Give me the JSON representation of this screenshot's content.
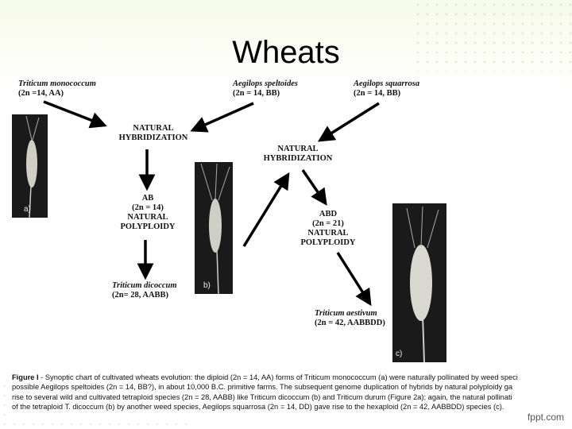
{
  "slide": {
    "title": "Wheats",
    "watermark": "fppt.com"
  },
  "diagram": {
    "t_monococcum": {
      "name": "Triticum monococcum",
      "genome": "(2n =14, AA)"
    },
    "ae_speltoides": {
      "name": "Aegilops speltoides",
      "genome": "(2n = 14, BB)"
    },
    "ae_squarrosa": {
      "name": "Aegilops squarrosa",
      "genome": "(2n = 14, BB)"
    },
    "hybrid1": {
      "line1": "NATURAL",
      "line2": "HYBRIDIZATION"
    },
    "hybrid2": {
      "line1": "NATURAL",
      "line2": "HYBRIDIZATION"
    },
    "ab": {
      "line1": "AB",
      "line2": "(2n = 14)",
      "line3": "NATURAL",
      "line4": "POLYPLOIDY"
    },
    "abd": {
      "line1": "ABD",
      "line2": "(2n = 21)",
      "line3": "NATURAL",
      "line4": "POLYPLOIDY"
    },
    "t_dicoccum": {
      "name": "Triticum dicoccum",
      "genome": "(2n= 28, AABB)"
    },
    "t_aestivum": {
      "name": "Triticum aestivum",
      "genome": "(2n = 42, AABBDD)"
    },
    "photo_tags": {
      "a": "a)",
      "b": "b)",
      "c": "c)"
    }
  },
  "caption": {
    "label": "Figure I",
    "line1": " - Synoptic chart of cultivated wheats evolution: the diploid (2n = 14, AA) forms of Triticum monococcum (a) were naturally pollinated by weed speci",
    "line2": "possible Aegilops speltoides (2n = 14, BB?), in about 10,000 B.C. primitive farms. The subsequent genome duplication of hybrids by natural polyploidy ga",
    "line3": "rise to several wild and cultivated tetraploid species (2n = 28, AABB) like Triticum dicoccum (b) and Triticum durum (Figure 2a); again, the natural pollinati",
    "line4": "of the tetraploid T. dicoccum (b) by another weed species, Aegilops squarrosa (2n = 14, DD) gave rise to the hexaploid (2n = 42, AABBDD) species (c)."
  },
  "colors": {
    "arrow": "#000000",
    "photo_bg": "#1a1a1a",
    "grain": "#d8d8d0"
  }
}
